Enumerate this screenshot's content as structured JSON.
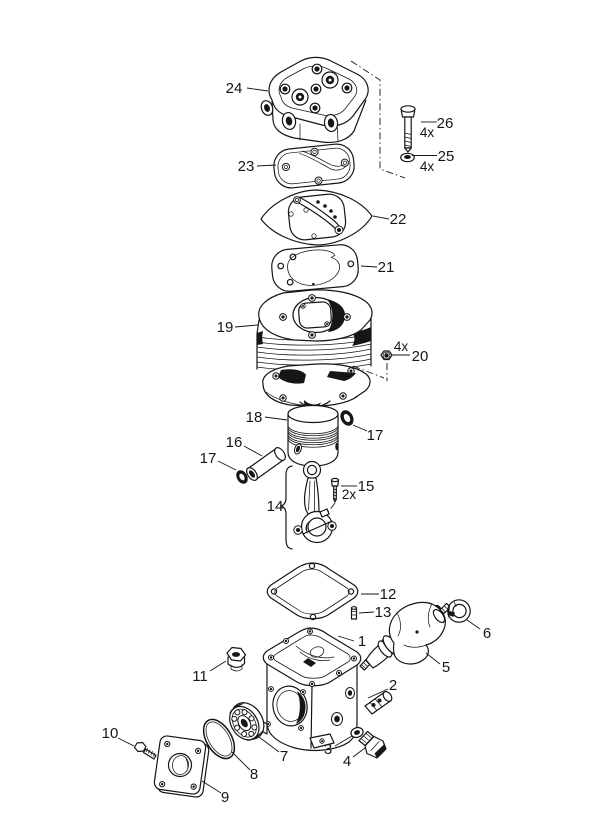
{
  "meta": {
    "background": "#ffffff",
    "line_color": "#161616",
    "description": "Exploded parts diagram of a compressor cylinder, piston and crankcase assembly"
  },
  "callouts": {
    "crankcase": "1",
    "fitting": "2",
    "seal_washer": "3",
    "screw_plug": "4",
    "crankshaft": "5",
    "bearing_shell": "6",
    "ball_bearing": "7",
    "o_ring": "8",
    "end_cover": "9",
    "cover_bolt": "10",
    "case_plug": "11",
    "base_gasket": "12",
    "dowel_pin": "13",
    "connecting_rod": "14",
    "rod_screw": "15",
    "rod_screw_qty": "2x",
    "piston_pin": "16",
    "circlip_left": "17",
    "circlip_right": "17",
    "piston": "18",
    "cylinder": "19",
    "nut": "20",
    "nut_qty": "4x",
    "cylinder_gasket": "21",
    "valve_plate": "22",
    "head_gasket": "23",
    "cylinder_head": "24",
    "head_washer": "25",
    "head_washer_qty": "4x",
    "head_bolt": "26",
    "head_bolt_qty": "4x"
  }
}
